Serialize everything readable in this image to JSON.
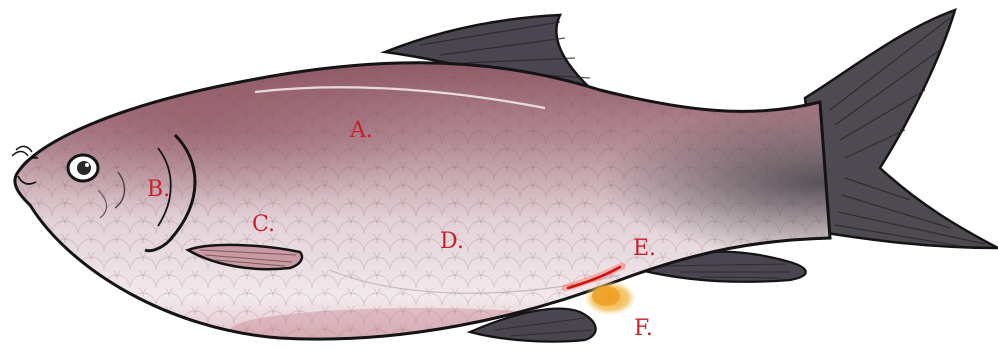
{
  "labels": {
    "a": "A.",
    "b": "B.",
    "c": "C.",
    "d": "D.",
    "e": "E.",
    "f": "F."
  },
  "colors": {
    "label": "#c8202a",
    "outline": "#141414",
    "fin": "#4a4550",
    "fin_light": "#6b6570",
    "body_top": "#a26a74",
    "body_mid": "#cfb9bf",
    "belly": "#f1e7ea",
    "tail_base": "#555057",
    "lesion": "#e01818",
    "growth": "#f0b030"
  },
  "icons": {
    "fish": "fish-illustration",
    "eye": "eye-icon",
    "gill": "gill-cover",
    "lesion": "lesion-mark",
    "growth": "growth-spot"
  }
}
